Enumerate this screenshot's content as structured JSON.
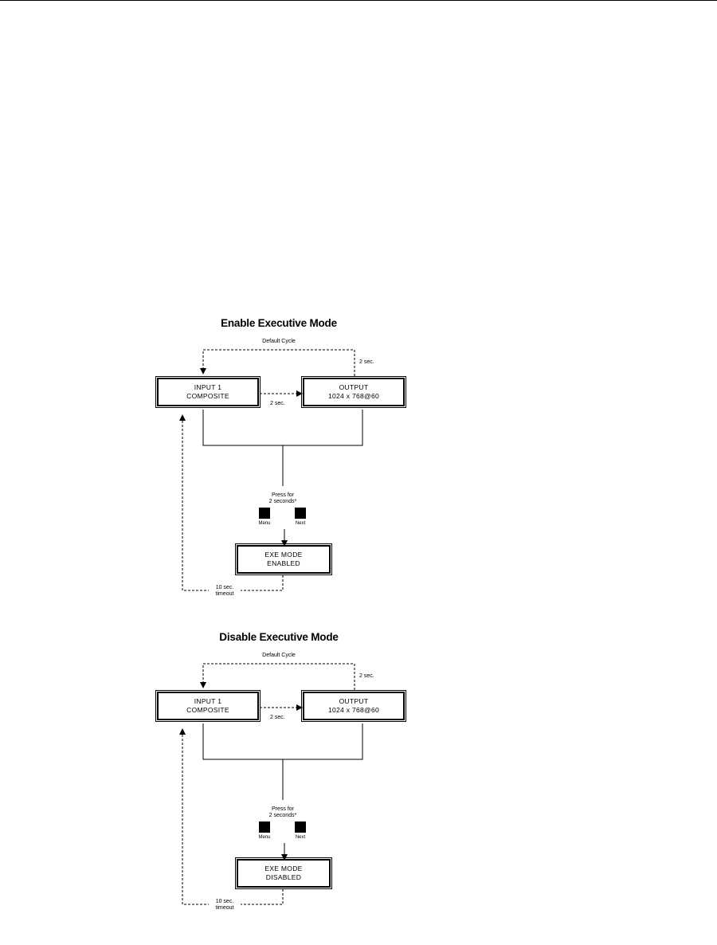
{
  "diagrams": [
    {
      "title": "Enable Executive Mode",
      "default_cycle": "Default Cycle",
      "sec_top": "2 sec.",
      "sec_mid": "2 sec.",
      "box_input": {
        "line1": "INPUT 1",
        "line2": "COMPOSITE"
      },
      "box_output": {
        "line1": "OUTPUT",
        "line2": "1024 x 768@60"
      },
      "press": {
        "line1": "Press for",
        "line2": "2 seconds*"
      },
      "key_left": "Menu",
      "key_right": "Next",
      "box_mode": {
        "line1": "EXE MODE",
        "line2": "ENABLED"
      },
      "timeout": {
        "line1": "10 sec.",
        "line2": "timeout"
      }
    },
    {
      "title": "Disable Executive Mode",
      "default_cycle": "Default Cycle",
      "sec_top": "2 sec.",
      "sec_mid": "2 sec.",
      "box_input": {
        "line1": "INPUT 1",
        "line2": "COMPOSITE"
      },
      "box_output": {
        "line1": "OUTPUT",
        "line2": "1024 x 768@60"
      },
      "press": {
        "line1": "Press for",
        "line2": "2 seconds*"
      },
      "key_left": "Menu",
      "key_right": "Next",
      "box_mode": {
        "line1": "EXE MODE",
        "line2": "DISABLED"
      },
      "timeout": {
        "line1": "10 sec.",
        "line2": "timeout"
      }
    }
  ]
}
